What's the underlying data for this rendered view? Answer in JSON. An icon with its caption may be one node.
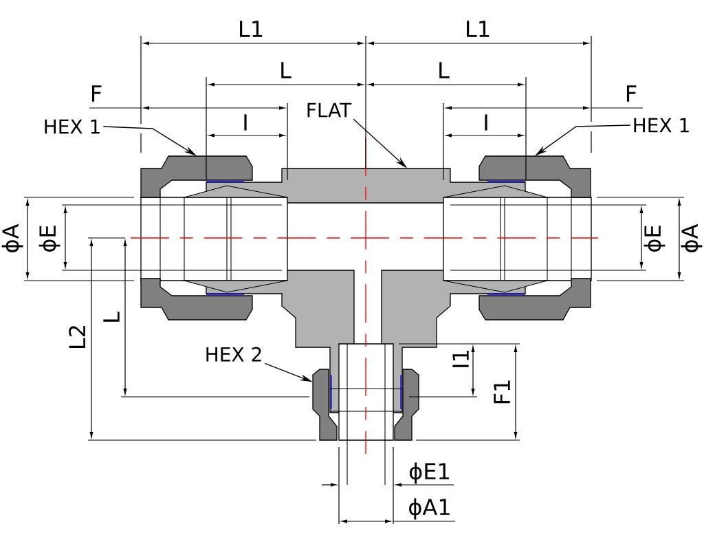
{
  "diagram": {
    "nodes": [
      {
        "text": [
          "HEX 1"
        ]
      },
      {
        "text": [],
        "shape": "picture"
      },
      {
        "text": [
          "FLAT"
        ]
      },
      {
        "text": [],
        "shape": "picture"
      },
      {
        "text": [
          "HEX 1"
        ]
      },
      {
        "text": [],
        "shape": "picture"
      },
      {
        "text": [
          "HEX 2"
        ]
      },
      {
        "text": [],
        "shape": "picture"
      }
    ],
    "edges": [
      {
        "from": 0,
        "to": 1,
        "arrow": "to"
      },
      {
        "from": 2,
        "to": 3,
        "arrow": "to"
      },
      {
        "from": 4,
        "to": 5,
        "arrow": "to"
      },
      {
        "from": 6,
        "to": 7,
        "arrow": "to"
      }
    ],
    "labels": [
      "L1",
      "L1",
      "L",
      "L",
      "F",
      "F",
      "I",
      "I",
      "ϕA",
      "ϕE",
      "ϕE",
      "ϕA",
      "L2",
      "L",
      "I1",
      "F1",
      "ϕE1",
      "ϕA1"
    ]
  }
}
